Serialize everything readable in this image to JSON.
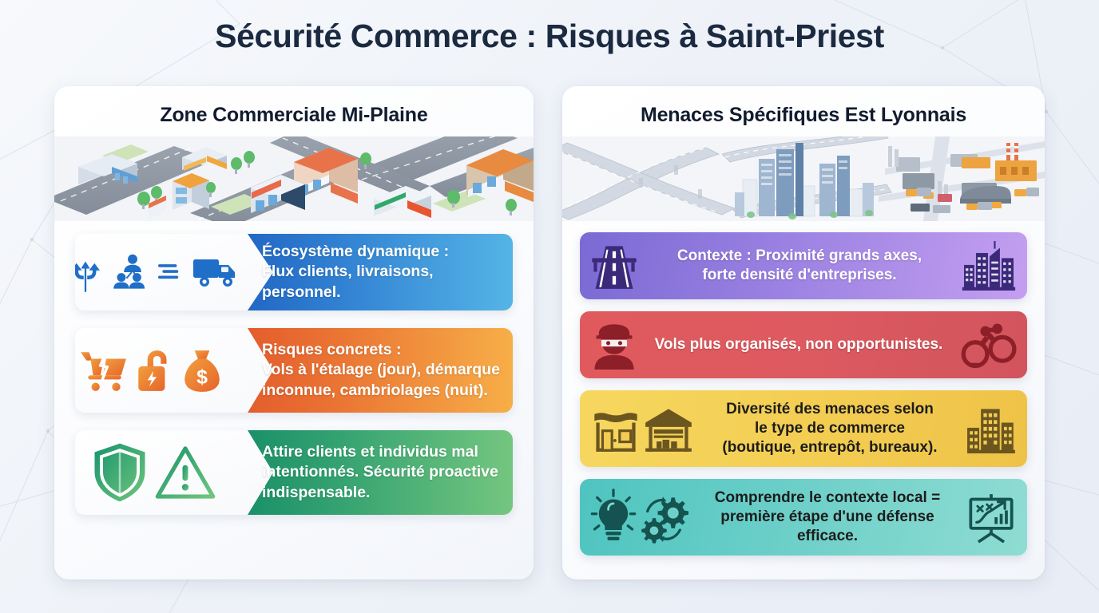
{
  "page": {
    "title": "Sécurité Commerce : Risques à Saint-Priest",
    "title_color": "#1b2a41",
    "background_color": "#eef2f8"
  },
  "panels": {
    "left": {
      "title": "Zone Commerciale Mi-Plaine",
      "illustration": "isometric-retail-street-map",
      "cards": [
        {
          "icons": [
            "branching-arrows-icon",
            "people-group-icon",
            "delivery-truck-icon"
          ],
          "text": "Écosystème dynamique :\nFlux clients, livraisons, personnel.",
          "color_start": "#1e5fbf",
          "color_end": "#55b4e6",
          "icon_color": "#1f6ec8"
        },
        {
          "icons": [
            "broken-shopping-cart-icon",
            "open-padlock-bolt-icon",
            "money-bag-icon"
          ],
          "text": "Risques concrets :\nVols à l'étalage (jour), démarque\ninconnue, cambriolages (nuit).",
          "color_start": "#e2552a",
          "color_end": "#f7ae48",
          "icon_color": "#ef7036"
        },
        {
          "icons": [
            "shield-icon",
            "warning-triangle-icon"
          ],
          "text": "Attire clients et individus mal\nintentionnés. Sécurité proactive\nindispensable.",
          "color_start": "#128a66",
          "color_end": "#74c67f",
          "icon_color": "#2aa06c"
        }
      ]
    },
    "right": {
      "title": "Menaces Spécifiques Est Lyonnais",
      "illustration": "isometric-highway-interchange-industrial",
      "cards": [
        {
          "icons_left": [
            "highway-road-icon"
          ],
          "icons_right": [
            "city-skyline-icon"
          ],
          "text": "Contexte : Proximité grands axes,\nforte densité d'entreprises.",
          "color_start": "#7b6ad4",
          "color_end": "#c49ff0",
          "icon_color": "#3b2a7a",
          "text_tone": "light"
        },
        {
          "icons_left": [
            "masked-burglar-icon"
          ],
          "icons_right": [
            "handcuffs-icon"
          ],
          "text": "Vols plus organisés, non opportunistes.",
          "color_start": "#e4595b",
          "color_end": "#d9555c",
          "icon_color": "#8d1f28",
          "text_tone": "light"
        },
        {
          "icons_left": [
            "storefront-icon",
            "warehouse-icon"
          ],
          "icons_right": [
            "office-buildings-icon"
          ],
          "text": "Diversité des menaces selon\nle type de commerce\n(boutique, entrepôt, bureaux).",
          "color_start": "#f5d35c",
          "color_end": "#f0c64a",
          "icon_color": "#6b5620",
          "text_tone": "dark"
        },
        {
          "icons_left": [
            "lightbulb-icon",
            "gears-icon"
          ],
          "icons_right": [
            "presentation-chart-icon"
          ],
          "text": "Comprendre le contexte local =\npremière étape d'une défense\nefficace.",
          "color_start": "#4fc4c0",
          "color_end": "#86d9cf",
          "icon_color": "#14534f",
          "text_tone": "dark"
        }
      ]
    }
  }
}
